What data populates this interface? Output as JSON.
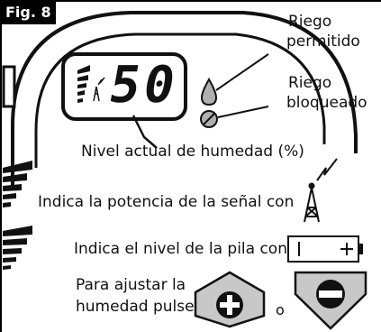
{
  "figure_label": "Fig. 8",
  "display": {
    "reading": "50"
  },
  "labels": {
    "riego_permitido_line1": "Riego",
    "riego_permitido_line2": "permitido",
    "riego_bloqueado_line1": "Riego",
    "riego_bloqueado_line2": "bloqueado",
    "nivel_actual": "Nivel actual de humedad (%)",
    "senal": "Indica la potencia de la señal con",
    "pila": "Indica el nivel de la pila con",
    "ajustar_line1": "Para ajustar la",
    "ajustar_line2": "humedad pulse",
    "o": "o"
  },
  "icons": [
    "signal-strength-bars-icon",
    "antenna-tower-icon",
    "water-drop-icon",
    "blocked-water-icon",
    "battery-icon",
    "plus-arrow-button-icon",
    "minus-arrow-button-icon"
  ],
  "colors": {
    "line": "#111111",
    "button_fill": "#c8c8c8",
    "drop_fill": "#b0b0b0"
  }
}
